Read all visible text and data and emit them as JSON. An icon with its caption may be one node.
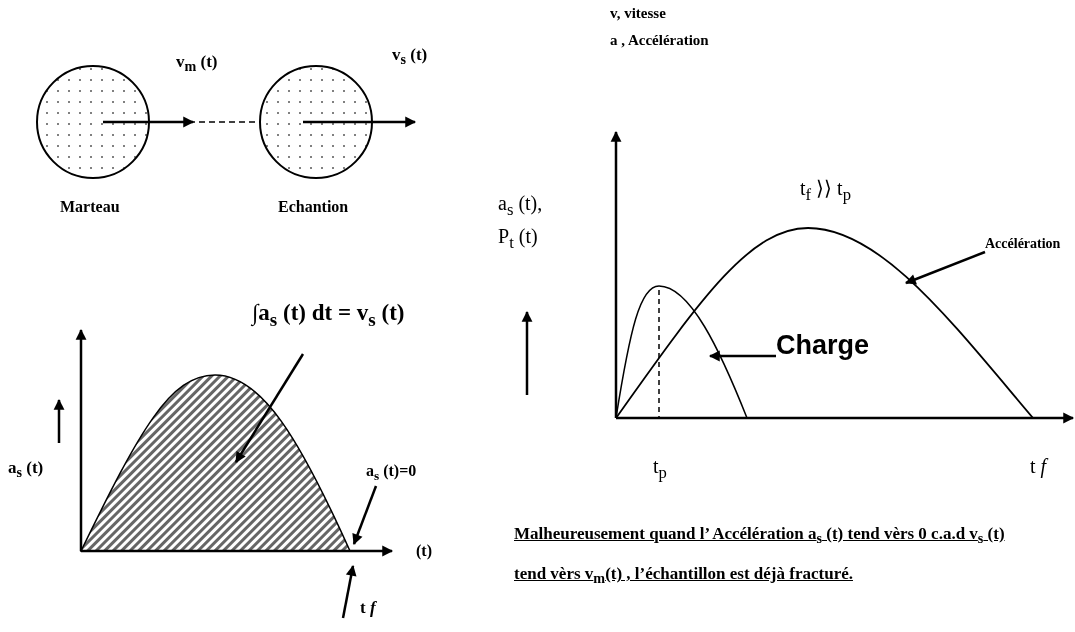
{
  "diagram": {
    "nodes": [
      {
        "text": [],
        "shape": "circle",
        "beside": [
          "Marteau"
        ]
      },
      {
        "text": [],
        "shape": "circle",
        "beside": [
          "Echantion"
        ]
      },
      {
        "text": [
          "∫a$_{s}$ (t) dt = v$_{s}$ (t)"
        ]
      },
      {
        "text": [
          "a$_{s}$ (t)=0"
        ]
      },
      {
        "text": [
          "t *f*"
        ]
      },
      {
        "text": [
          "Charge"
        ]
      },
      {
        "text": [
          "Accélération"
        ]
      },
      {
        "text": [],
        "shape": "picture"
      }
    ],
    "edges": [
      {
        "from": 0,
        "to": 1,
        "arrow": "none",
        "style": "dashed"
      },
      {
        "from": 2,
        "to": 7,
        "arrow": "to"
      },
      {
        "from": 3,
        "to": 7,
        "arrow": "to"
      },
      {
        "from": 4,
        "to": 7,
        "arrow": "to"
      },
      {
        "from": 5,
        "to": null,
        "arrow": "to"
      },
      {
        "from": 6,
        "to": null,
        "arrow": "to"
      }
    ],
    "labels": [
      "v$_{m}$ (t)",
      "v$_{s}$ (t)",
      "v, vitesse",
      "a , Accélération",
      "t$_{f}$ ⟩⟩ t$_{p}$",
      "a$_{s}$ (t),",
      "P$_{t}$ (t)",
      "a$_{s}$ (t)",
      "(t)",
      "t$_{p}$",
      "t *f*",
      "Malheureusement quand l’ Accélération a$_{s}$ (t) tend vèrs 0 c.a.d v$_{s}$ (t) tend vèrs v$_{m}$(t) , l’échantillon est déjà fracturé."
    ]
  }
}
